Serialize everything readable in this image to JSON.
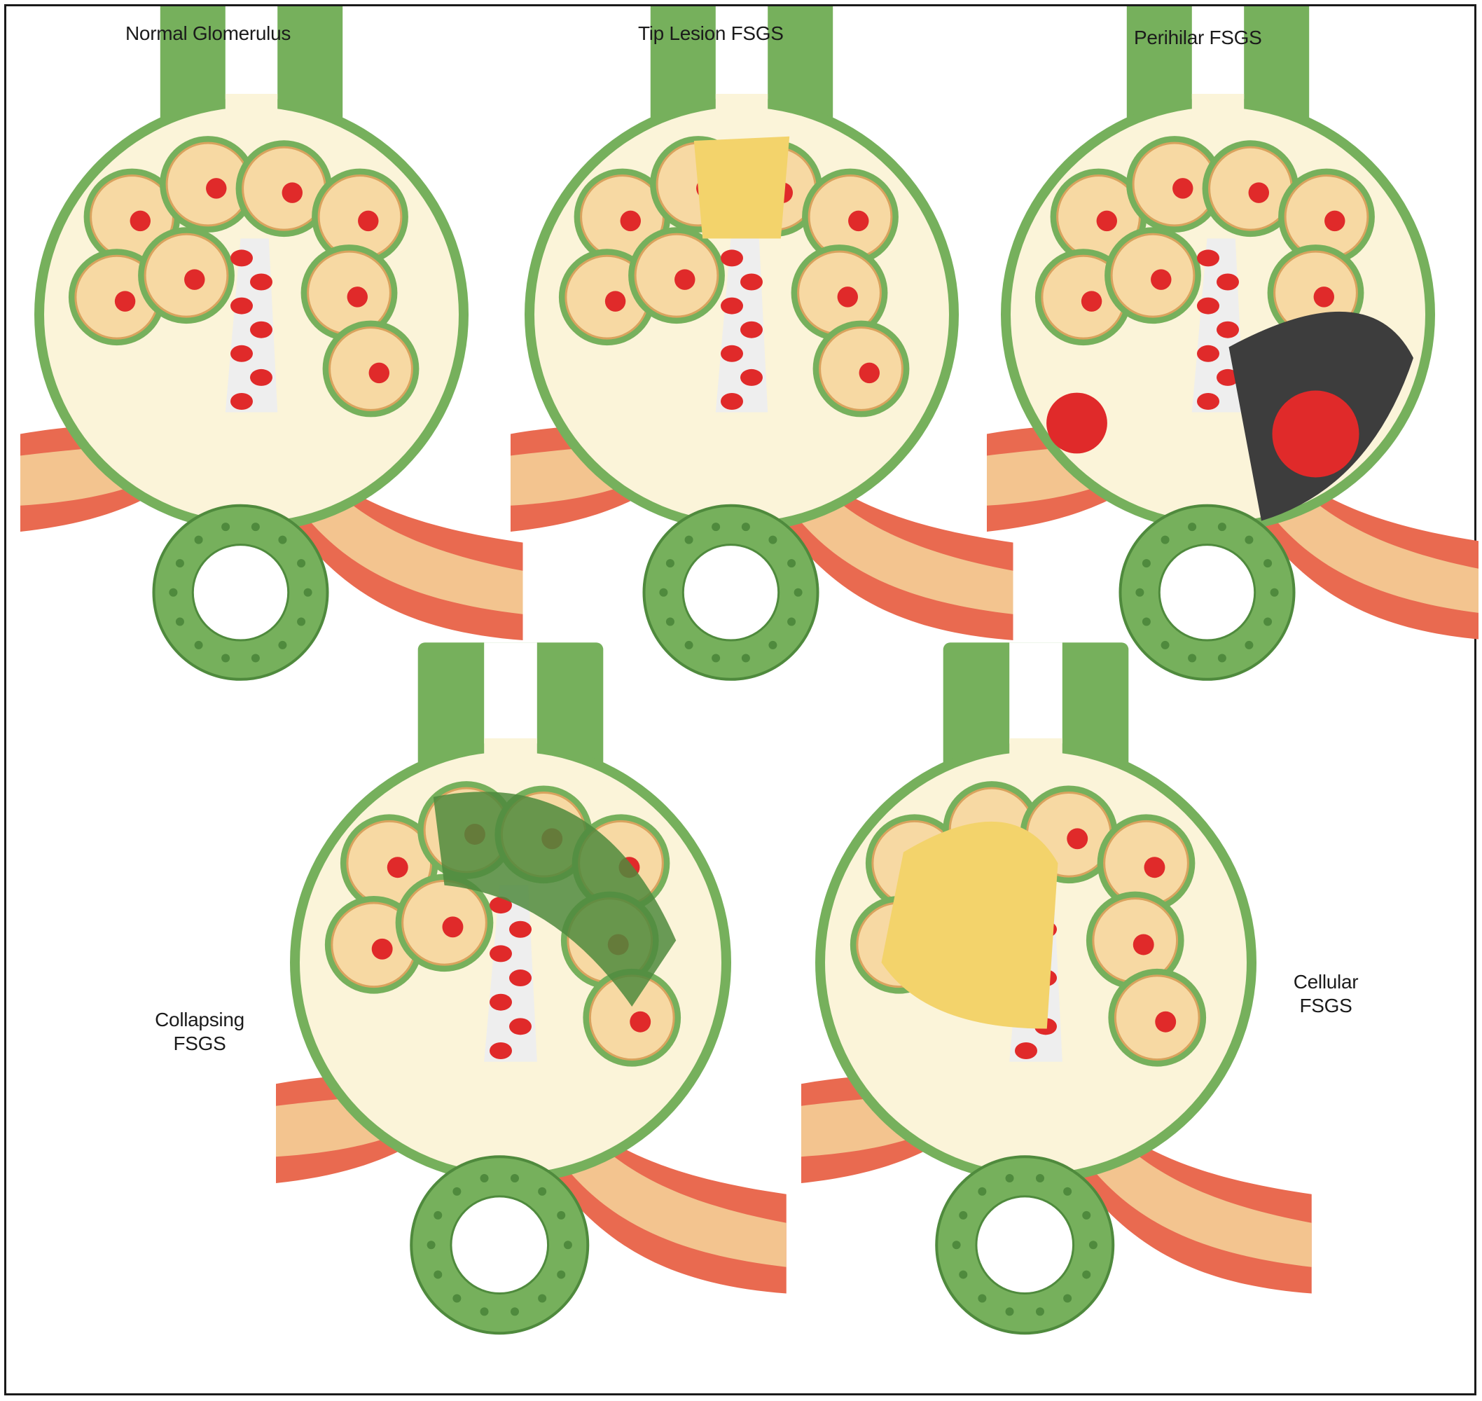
{
  "panels": [
    {
      "id": "normal",
      "title": "Normal Glomerulus"
    },
    {
      "id": "tip",
      "title": "Tip Lesion FSGS"
    },
    {
      "id": "perihilar",
      "title": "Perihilar FSGS"
    },
    {
      "id": "collapsing",
      "title_line1": "Collapsing",
      "title_line2": "FSGS"
    },
    {
      "id": "cellular",
      "title_line1": "Cellular",
      "title_line2": "FSGS"
    }
  ],
  "colors": {
    "capsule_fill": "#fbf4d9",
    "epithelium": "#76b05c",
    "epithelium_dark": "#4f8a3d",
    "loop": "#f7d9a3",
    "loop_edge": "#d9a35e",
    "red_cell": "#e02a2a",
    "mesangium": "#eeeeee",
    "arteriole": "#f3c48f",
    "arteriole_wall": "#e96a50",
    "hyalinosis": "#f3d36b",
    "sclerosis_dark": "#3d3d3d"
  }
}
